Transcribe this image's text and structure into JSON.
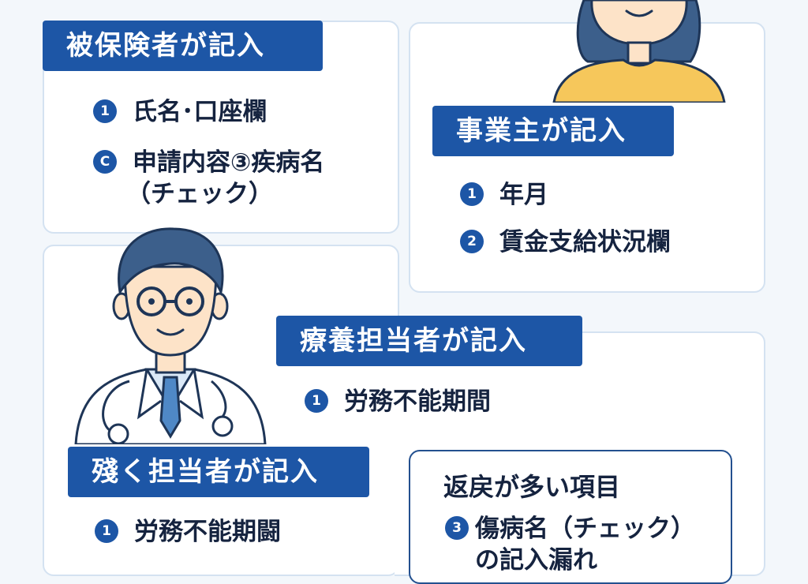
{
  "insured": {
    "title": "被保険者が記入",
    "items": [
      {
        "badge": "1",
        "text": "氏名･口座欄"
      },
      {
        "badge": "C",
        "text": "申請内容③疾病名",
        "text2": "（チェック）"
      }
    ]
  },
  "employer": {
    "title": "事業主が記入",
    "items": [
      {
        "badge": "1",
        "text": "年月"
      },
      {
        "badge": "2",
        "text": "賃金支給状況欄"
      }
    ]
  },
  "medical": {
    "title": "療養担当者が記入",
    "items": [
      {
        "badge": "1",
        "text": "労務不能期間"
      }
    ]
  },
  "medical2": {
    "title": "殘く担当者が記入",
    "items": [
      {
        "badge": "1",
        "text": "労務不能期闘"
      }
    ]
  },
  "returns": {
    "title": "返戻が多い項目",
    "items": [
      {
        "badge": "3",
        "text": "傷病名（チェック）",
        "text2": "の記入漏れ"
      }
    ]
  },
  "colors": {
    "accent": "#1d56a6",
    "background": "#f3f7fb",
    "card_border": "#d4e2f1",
    "text": "#15233f",
    "shirt_yellow": "#f6c75b",
    "hair_navy": "#3c5f8b"
  },
  "illustrations": [
    "woman-avatar",
    "doctor-avatar"
  ]
}
